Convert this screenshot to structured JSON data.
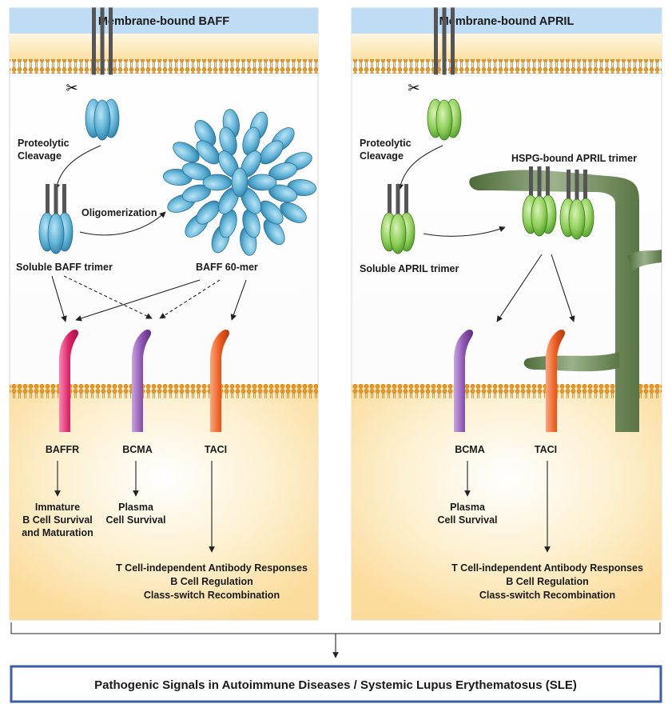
{
  "panels": {
    "left": {
      "title": "Membrane-bound BAFF",
      "cleavage_line1": "Proteolytic",
      "cleavage_line2": "Cleavage",
      "oligomerization": "Oligomerization",
      "soluble_trimer": "Soluble BAFF trimer",
      "multimer": "BAFF 60-mer",
      "receptors": {
        "baffr": "BAFFR",
        "bcma": "BCMA",
        "taci": "TACI"
      },
      "outcomes": {
        "baffr_line1": "Immature",
        "baffr_line2": "B Cell Survival",
        "baffr_line3": "and Maturation",
        "bcma_line1": "Plasma",
        "bcma_line2": "Cell Survival",
        "taci_line1": "T Cell-independent Antibody Responses",
        "taci_line2": "B Cell Regulation",
        "taci_line3": "Class-switch Recombination"
      }
    },
    "right": {
      "title": "Membrane-bound APRIL",
      "cleavage_line1": "Proteolytic",
      "cleavage_line2": "Cleavage",
      "hspg": "HSPG-bound APRIL trimer",
      "soluble_trimer": "Soluble APRIL trimer",
      "receptors": {
        "bcma": "BCMA",
        "taci": "TACI"
      },
      "outcomes": {
        "bcma_line1": "Plasma",
        "bcma_line2": "Cell Survival",
        "taci_line1": "T Cell-independent Antibody Responses",
        "taci_line2": "B Cell Regulation",
        "taci_line3": "Class-switch Recombination"
      }
    }
  },
  "conclusion": "Pathogenic Signals in Autoimmune Diseases / Systemic Lupus Erythematosus (SLE)",
  "colors": {
    "header_fill": "#bfdcf5",
    "cell_fill": "#fbe2a8",
    "membrane_orange": "#e29a2c",
    "baff_blue": "#5fb2d6",
    "april_green": "#8fce59",
    "baffr_pink": "#e0236a",
    "bcma_purple": "#8e55b3",
    "taci_orange": "#ee5a1e",
    "hspg_green": "#6f8a55",
    "box_border": "#3b5ea6"
  }
}
